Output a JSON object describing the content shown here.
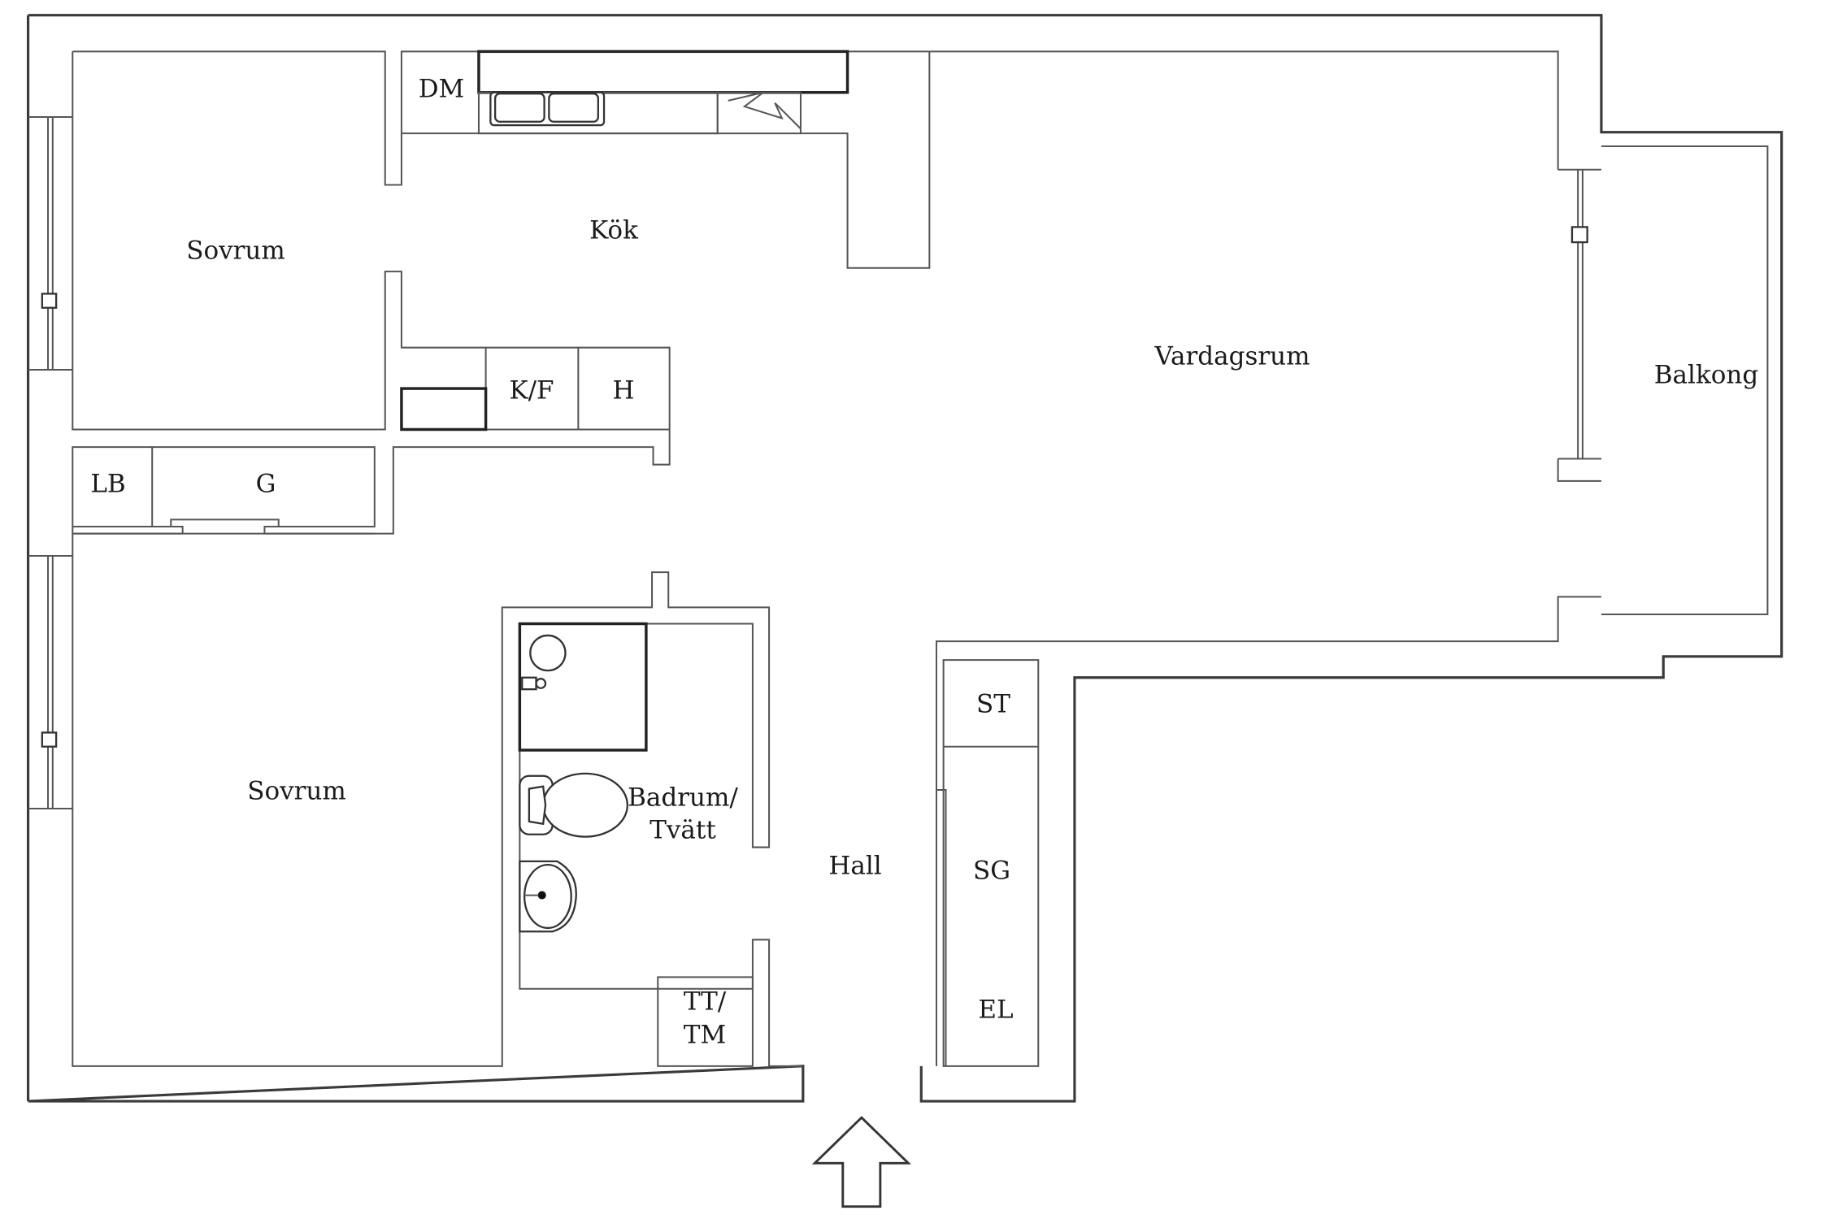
{
  "floorplan": {
    "rooms": {
      "sovrum_top": "Sovrum",
      "sovrum_bottom": "Sovrum",
      "kok": "Kök",
      "vardagsrum": "Vardagsrum",
      "balkong": "Balkong",
      "hall": "Hall",
      "badrum_line1": "Badrum/",
      "badrum_line2": "Tvätt"
    },
    "fixtures": {
      "dm": "DM",
      "kf": "K/F",
      "h": "H",
      "lb": "LB",
      "g": "G",
      "st": "ST",
      "sg": "SG",
      "el": "EL",
      "tt_line1": "TT/",
      "tt_line2": "TM"
    },
    "icons": [
      "entrance-arrow-icon",
      "sink-icon",
      "toilet-icon",
      "washbasin-icon",
      "shower-icon",
      "stove-icon"
    ]
  }
}
